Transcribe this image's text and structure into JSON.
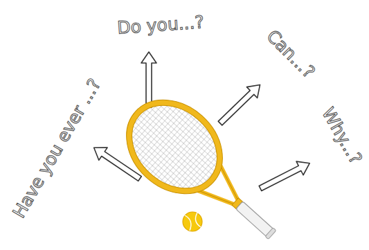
{
  "diagram": {
    "labels": [
      "Do you...?",
      "Can...?",
      "Why...?",
      "Have you ever ...?"
    ]
  }
}
